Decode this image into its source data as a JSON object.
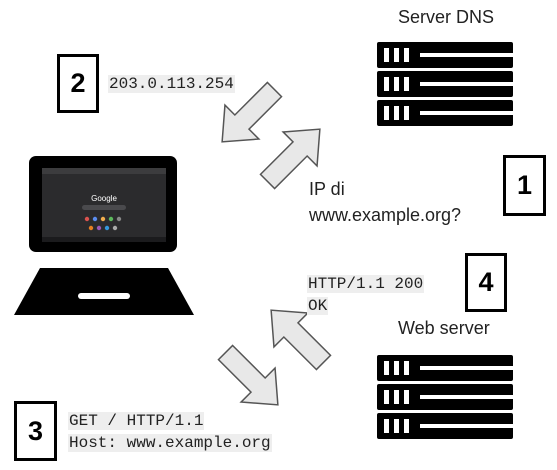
{
  "dns_server": {
    "title": "Server DNS"
  },
  "web_server": {
    "title": "Web server"
  },
  "steps": [
    {
      "number": "1",
      "text_lines": [
        "IP di",
        "www.example.org?"
      ]
    },
    {
      "number": "2",
      "text": "203.0.113.254"
    },
    {
      "number": "3",
      "text_lines": [
        "GET / HTTP/1.1",
        "Host: www.example.org"
      ]
    },
    {
      "number": "4",
      "text_lines": [
        "HTTP/1.1 200",
        "OK"
      ]
    }
  ],
  "laptop_screen": {
    "logo": "Google"
  },
  "icons": [
    "laptop-icon",
    "dns-server-icon",
    "web-server-icon",
    "arrow-icon"
  ]
}
